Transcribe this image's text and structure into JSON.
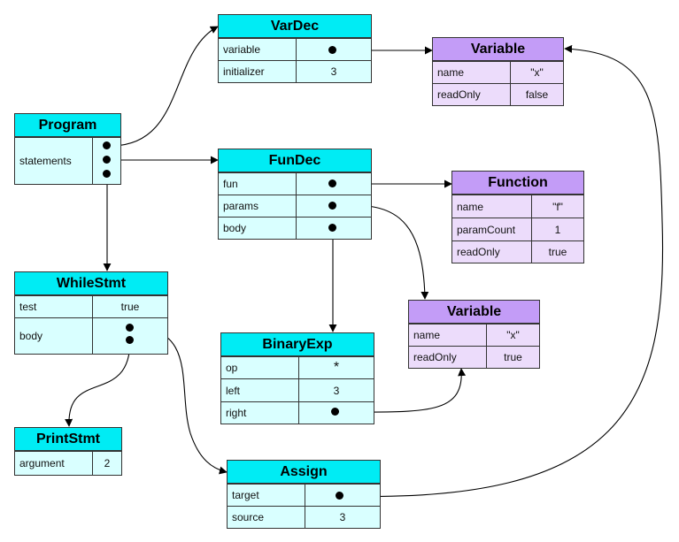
{
  "nodes": {
    "vardec": {
      "title": "VarDec",
      "rows": [
        {
          "key": "variable",
          "value": ""
        },
        {
          "key": "initializer",
          "value": "3"
        }
      ]
    },
    "variable_x1": {
      "title": "Variable",
      "rows": [
        {
          "key": "name",
          "value": "\"x\""
        },
        {
          "key": "readOnly",
          "value": "false"
        }
      ]
    },
    "program": {
      "title": "Program",
      "rows": [
        {
          "key": "statements",
          "value": ""
        }
      ]
    },
    "fundec": {
      "title": "FunDec",
      "rows": [
        {
          "key": "fun",
          "value": ""
        },
        {
          "key": "params",
          "value": ""
        },
        {
          "key": "body",
          "value": ""
        }
      ]
    },
    "function": {
      "title": "Function",
      "rows": [
        {
          "key": "name",
          "value": "\"f\""
        },
        {
          "key": "paramCount",
          "value": "1"
        },
        {
          "key": "readOnly",
          "value": "true"
        }
      ]
    },
    "whilestmt": {
      "title": "WhileStmt",
      "rows": [
        {
          "key": "test",
          "value": "true"
        },
        {
          "key": "body",
          "value": ""
        }
      ]
    },
    "variable_x2": {
      "title": "Variable",
      "rows": [
        {
          "key": "name",
          "value": "\"x\""
        },
        {
          "key": "readOnly",
          "value": "true"
        }
      ]
    },
    "binaryexp": {
      "title": "BinaryExp",
      "rows": [
        {
          "key": "op",
          "value": "*"
        },
        {
          "key": "left",
          "value": "3"
        },
        {
          "key": "right",
          "value": ""
        }
      ]
    },
    "printstmt": {
      "title": "PrintStmt",
      "rows": [
        {
          "key": "argument",
          "value": "2"
        }
      ]
    },
    "assign": {
      "title": "Assign",
      "rows": [
        {
          "key": "target",
          "value": ""
        },
        {
          "key": "source",
          "value": "3"
        }
      ]
    }
  },
  "edges": [
    {
      "from": "program.statements.0",
      "to": "vardec"
    },
    {
      "from": "program.statements.1",
      "to": "fundec"
    },
    {
      "from": "program.statements.2",
      "to": "whilestmt"
    },
    {
      "from": "vardec.variable",
      "to": "variable_x1"
    },
    {
      "from": "fundec.fun",
      "to": "function"
    },
    {
      "from": "fundec.params.0",
      "to": "variable_x2"
    },
    {
      "from": "fundec.body.0",
      "to": "binaryexp"
    },
    {
      "from": "binaryexp.right",
      "to": "variable_x2"
    },
    {
      "from": "whilestmt.body.0",
      "to": "assign"
    },
    {
      "from": "whilestmt.body.1",
      "to": "printstmt"
    },
    {
      "from": "assign.target",
      "to": "variable_x1"
    }
  ],
  "colors": {
    "ast_header": "#00ecf4",
    "ast_body": "#d9ffff",
    "entity_header": "#c39cf7",
    "entity_body": "#ecdcfb",
    "border": "#333333"
  }
}
